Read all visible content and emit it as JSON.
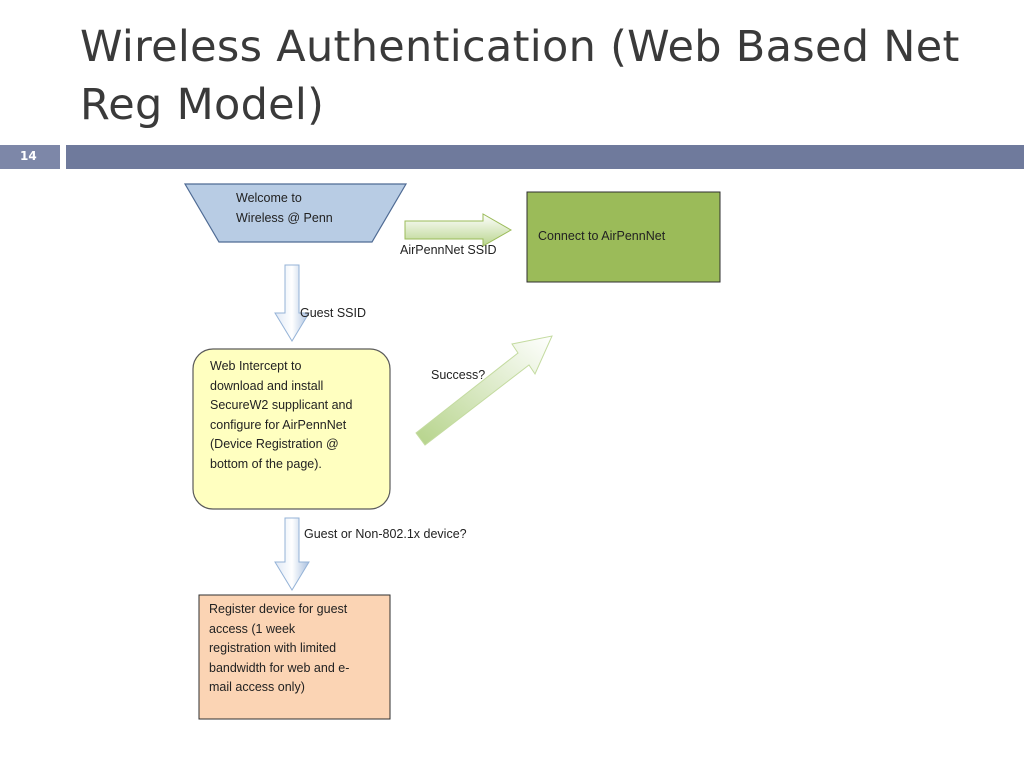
{
  "slide": {
    "title": "Wireless Authentication (Web Based Net Reg Model)",
    "slide_number": "14"
  },
  "diagram": {
    "welcome": "Welcome to\nWireless @ Penn",
    "connect": "Connect to AirPennNet",
    "airpennnet_ssid": "AirPennNet SSID",
    "guest_ssid": "Guest SSID",
    "intercept": "Web Intercept  to\ndownload and install\nSecureW2 supplicant and\nconfigure for AirPennNet\n(Device Registration @\nbottom of the page).",
    "success": "Success?",
    "guest_device": "Guest or Non-802.1x device?",
    "register": "Register device for guest\naccess (1 week\nregistration with limited\nbandwidth for web and e-\nmail access only)"
  },
  "colors": {
    "title_bar": "#6f7a9c",
    "slide_number_box": "#7d87a8",
    "welcome_fill": "#b8cce4",
    "connect_fill": "#9bbb59",
    "intercept_fill": "#ffffc0",
    "register_fill": "#fbd4b4"
  }
}
